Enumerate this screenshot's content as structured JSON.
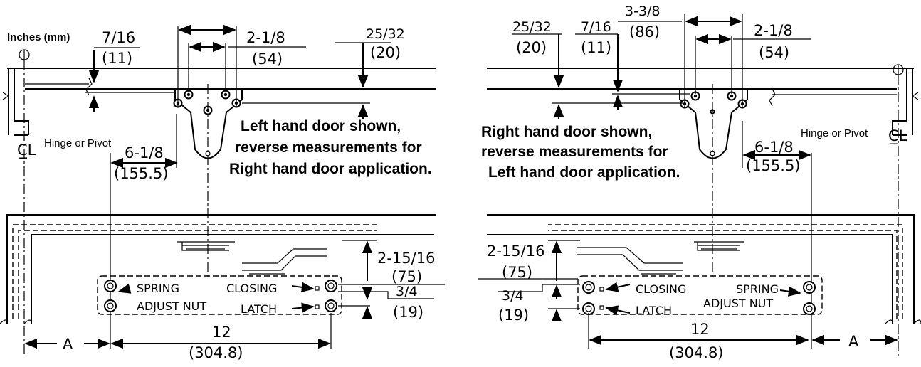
{
  "units_label": "Inches (mm)",
  "left_view": {
    "dims": {
      "d_7_16": "7/16",
      "d_7_16_mm": "(11)",
      "d_2_1_8": "2-1/8",
      "d_2_1_8_mm": "(54)",
      "d_25_32": "25/32",
      "d_25_32_mm": "(20)",
      "d_6_1_8": "6-1/8",
      "d_6_1_8_mm": "(155.5)",
      "d_2_15_16": "2-15/16",
      "d_2_15_16_mm": "(75)",
      "d_3_4": "3/4",
      "d_3_4_mm": "(19)",
      "d_12": "12",
      "d_12_mm": "(304.8)",
      "d_a": "A"
    },
    "hinge_label": "Hinge or Pivot",
    "cl_symbol": "C̲L",
    "note_lines": [
      "Left hand door shown,",
      "reverse measurements for",
      "Right hand door application."
    ],
    "valve_labels": {
      "spring": "SPRING",
      "adjust_nut": "ADJUST NUT",
      "closing": "CLOSING",
      "latch": "LATCH"
    }
  },
  "right_view": {
    "dims": {
      "d_25_32": "25/32",
      "d_25_32_mm": "(20)",
      "d_7_16": "7/16",
      "d_7_16_mm": "(11)",
      "d_3_3_8": "3-3/8",
      "d_3_3_8_mm": "(86)",
      "d_2_1_8": "2-1/8",
      "d_2_1_8_mm": "(54)",
      "d_6_1_8": "6-1/8",
      "d_6_1_8_mm": "(155.5)",
      "d_2_15_16": "2-15/16",
      "d_2_15_16_mm": "(75)",
      "d_3_4": "3/4",
      "d_3_4_mm": "(19)",
      "d_12": "12",
      "d_12_mm": "(304.8)",
      "d_a": "A"
    },
    "hinge_label": "Hinge or Pivot",
    "note_lines": [
      "Right hand door shown,",
      "reverse measurements for",
      "Left hand door application."
    ],
    "valve_labels": {
      "spring": "SPRING",
      "adjust_nut": "ADJUST NUT",
      "closing": "CLOSING",
      "latch": "LATCH"
    }
  }
}
